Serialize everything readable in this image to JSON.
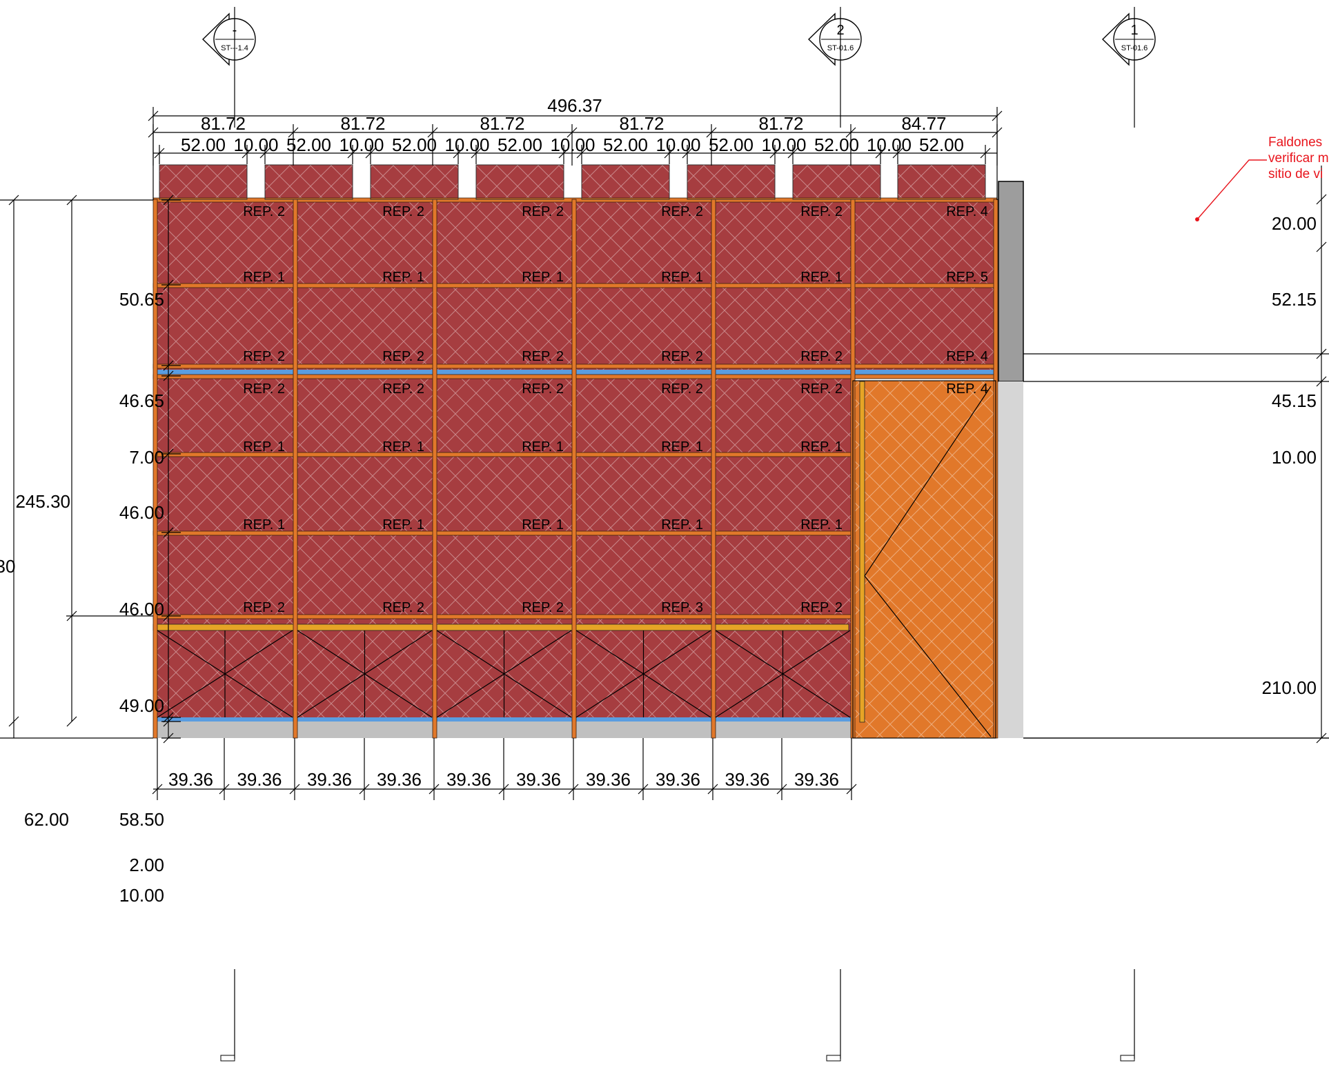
{
  "section_markers": {
    "top": [
      {
        "id": "a",
        "number": "-",
        "sheet": "ST---1.4"
      },
      {
        "id": "b",
        "number": "2",
        "sheet": "ST-01.6"
      },
      {
        "id": "c",
        "number": "1",
        "sheet": "ST-01.6"
      }
    ]
  },
  "dimensions": {
    "overall_width": "496.37",
    "module_widths": [
      "81.72",
      "81.72",
      "81.72",
      "81.72",
      "81.72",
      "84.77"
    ],
    "top_segments": [
      "52.00",
      "10.00",
      "52.00",
      "10.00",
      "52.00",
      "10.00",
      "52.00",
      "10.00",
      "52.00",
      "10.00",
      "52.00",
      "10.00",
      "52.00",
      "10.00",
      "52.00"
    ],
    "bottom_segments": [
      "39.36",
      "39.36",
      "39.36",
      "39.36",
      "39.36",
      "39.36",
      "39.36",
      "39.36",
      "39.36",
      "39.36"
    ],
    "left_outer_partial": "30",
    "left_mid": [
      "245.30",
      "62.00"
    ],
    "left_inner": [
      "50.65",
      "46.65",
      "7.00",
      "46.00",
      "46.00",
      "49.00",
      "58.50",
      "2.00",
      "10.00"
    ],
    "right": [
      "20.00",
      "52.15",
      "45.15",
      "10.00",
      "210.00"
    ]
  },
  "panel_labels": {
    "row1": [
      "REP. 2",
      "REP. 2",
      "REP. 2",
      "REP. 2",
      "REP. 2",
      "REP. 4"
    ],
    "row2": [
      "REP. 1",
      "REP. 1",
      "REP. 1",
      "REP. 1",
      "REP. 1",
      "REP. 5"
    ],
    "row3": [
      "REP. 2",
      "REP. 2",
      "REP. 2",
      "REP. 2",
      "REP. 2",
      "REP. 4"
    ],
    "row4": [
      "REP. 2",
      "REP. 2",
      "REP. 2",
      "REP. 2",
      "REP. 2",
      "REP. 4"
    ],
    "row5": [
      "REP. 1",
      "REP. 1",
      "REP. 1",
      "REP. 1",
      "REP. 1"
    ],
    "row6": [
      "REP. 1",
      "REP. 1",
      "REP. 1",
      "REP. 1",
      "REP. 1"
    ],
    "row7": [
      "REP. 2",
      "REP. 2",
      "REP. 2",
      "REP. 3",
      "REP. 2"
    ]
  },
  "note": {
    "lines": [
      "Faldones",
      "verificar m",
      "sitio de vi"
    ]
  },
  "colors": {
    "panel_red": "#a63d40",
    "frame_orange": "#e1782a",
    "frame_yellow": "#e6a426",
    "blue_strip": "#5a9de0",
    "base_gray": "#c0c0c0",
    "column_dark_gray": "#9d9d9d",
    "column_light_gray": "#d6d6d6",
    "note_red": "#e8141c"
  }
}
